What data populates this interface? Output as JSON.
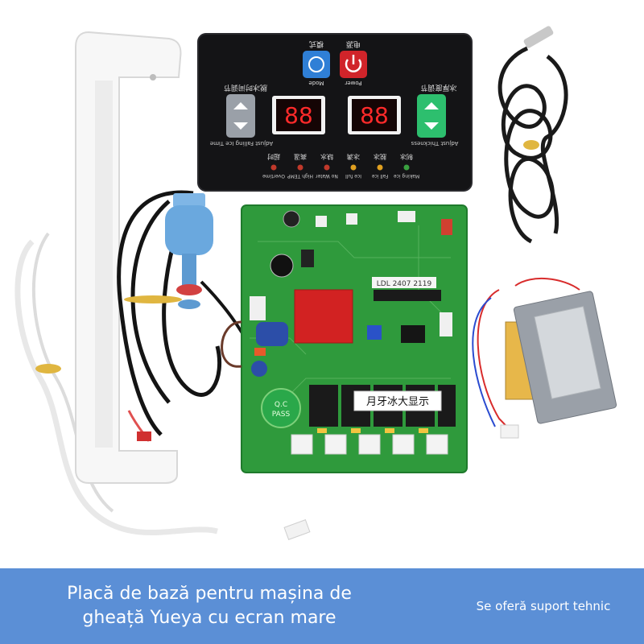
{
  "banner": {
    "title_line1": "Placă de bază pentru mașina de",
    "title_line2": "gheață Yueya cu ecran mare",
    "subtitle": "Se oferă suport tehnic",
    "color": "#5b8fd6"
  },
  "control_panel": {
    "mode_label_cn": "模式",
    "power_label_cn": "电源",
    "mode_label": "Mode",
    "power_label": "Power",
    "left_label_cn": "脱冰时间调节",
    "right_label_cn": "冰厚度调节",
    "left_label": "Adjust Falling Ice Time",
    "right_label": "Adjust Thickness",
    "display_left": "88",
    "display_right": "88",
    "indicators_cn": [
      "超时",
      "高温",
      "缺水",
      "冰满",
      "脱冰",
      "制冰"
    ],
    "indicators_en": [
      "Overtime",
      "High TEMP",
      "No Water",
      "Ice full",
      "Fall ice",
      "Making ice"
    ],
    "indicator_colors": [
      "#c0392b",
      "#c0392b",
      "#c0392b",
      "#e0a020",
      "#e0a020",
      "#3aa040"
    ]
  },
  "pcb": {
    "sticker_text": "月牙冰大显示",
    "qc_text": "Q.C PASS",
    "label_code": "LDL 2407 2119",
    "color": "#2f9a3c"
  },
  "icons": {
    "mode": "mode-icon",
    "power": "power-icon"
  }
}
